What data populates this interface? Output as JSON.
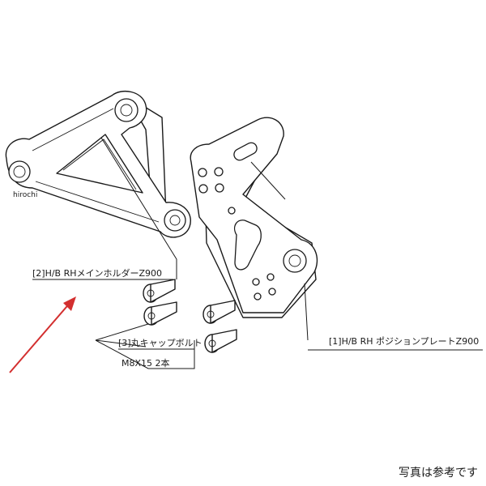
{
  "watermark": "hirochi",
  "labels": {
    "part1": "[1]H/B RH ポジションプレートZ900",
    "part2": "[2]H/B RHメインホルダーZ900",
    "part3_line1": "[3]丸キャップボルト",
    "part3_line2": "M8X15 2本"
  },
  "footer_note": "写真は参考です",
  "colors": {
    "line": "#1a1a1a",
    "arrow": "#d32f2f",
    "background": "#ffffff"
  }
}
